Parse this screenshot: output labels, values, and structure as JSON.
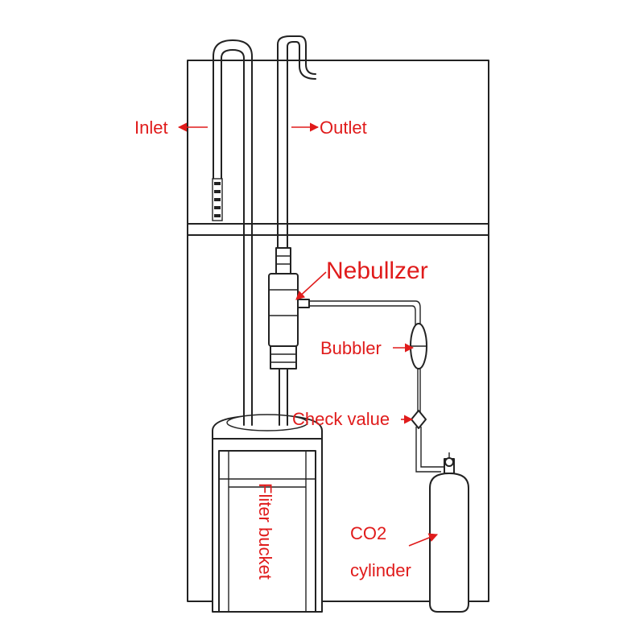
{
  "labels": {
    "inlet": "Inlet",
    "outlet": "Outlet",
    "nebulizer": "Nebullzer",
    "bubbler": "Bubbler",
    "check_valve": "Check value",
    "filter_bucket": "Fliter bucket",
    "co2_line1": "CO2",
    "co2_line2": "cylinder"
  },
  "colors": {
    "label": "#e01b1b",
    "line": "#222222",
    "background": "#ffffff"
  }
}
